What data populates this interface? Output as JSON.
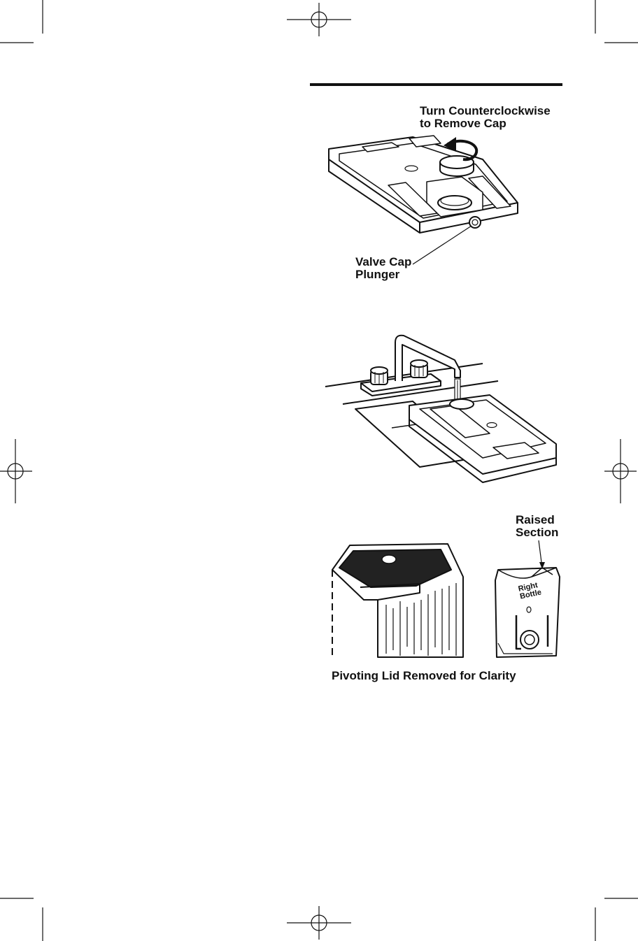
{
  "figure1": {
    "rotate_label": "Turn Counterclockwise\nto Remove Cap",
    "valve_label": "Valve Cap\nPlunger"
  },
  "figure3": {
    "raised_label": "Raised\nSection",
    "bottle_text": "Right\nBottle",
    "caption": "Pivoting Lid Removed for Clarity"
  },
  "colors": {
    "ink": "#111111",
    "paper": "#ffffff"
  }
}
